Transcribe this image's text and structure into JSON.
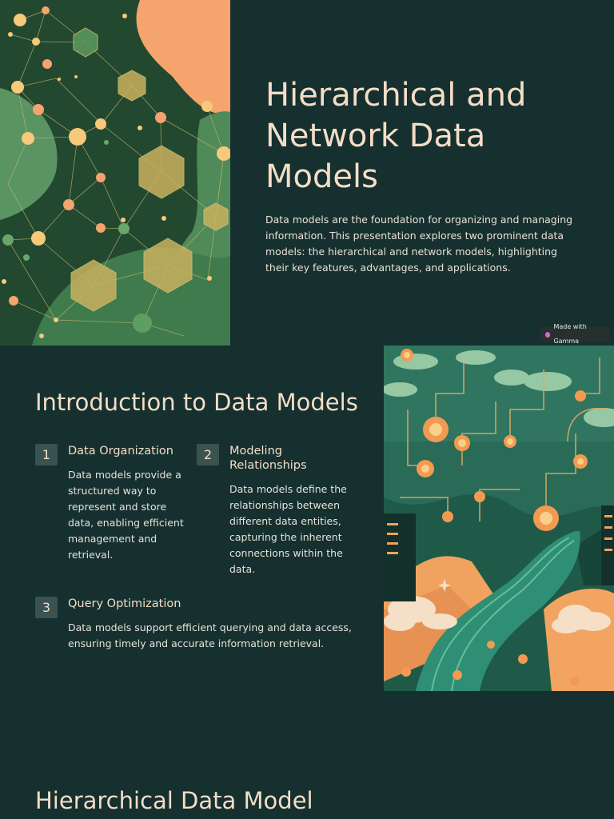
{
  "slide1": {
    "title": "Hierarchical and Network Data Models",
    "description": "Data models are the foundation for organizing and managing information. This presentation explores two prominent data models: the hierarchical and network models, highlighting their key features, advantages, and applications.",
    "badge": "Made with Gamma",
    "hero_image": "molecular-network-illustration"
  },
  "slide2": {
    "title": "Introduction to Data Models",
    "items": [
      {
        "number": "1",
        "heading": "Data Organization",
        "body": "Data models provide a structured way to represent and store data, enabling efficient management and retrieval."
      },
      {
        "number": "2",
        "heading": "Modeling Relationships",
        "body": "Data models define the relationships between different data entities, capturing the inherent connections within the data."
      },
      {
        "number": "3",
        "heading": "Query Optimization",
        "body": "Data models support efficient querying and data access, ensuring timely and accurate information retrieval."
      }
    ],
    "image": "circuit-landscape-illustration"
  },
  "slide3": {
    "title": "Hierarchical Data Model"
  },
  "colors": {
    "background": "#15302f",
    "heading": "#f4ddc7",
    "text": "#e9e2d8",
    "number_box": "#3a5350"
  }
}
